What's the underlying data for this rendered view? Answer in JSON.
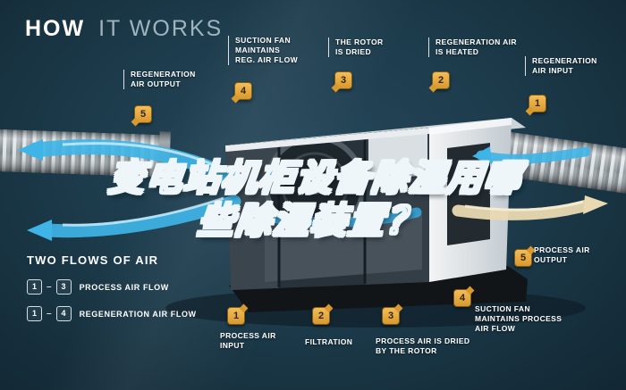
{
  "header": {
    "title_strong": "HOW",
    "title_light": "IT WORKS"
  },
  "overlay": {
    "line1": "变电站机柜设备除湿用哪",
    "line2": "些除湿装置？"
  },
  "callouts": {
    "regen_output": {
      "num": "5",
      "label": "REGENERATION\nAIR OUTPUT"
    },
    "suction_fan_reg": {
      "num": "4",
      "label": "SUCTION FAN\nMAINTAINS\nREG. AIR FLOW"
    },
    "rotor_dried": {
      "num": "3",
      "label": "THE ROTOR\nIS DRIED"
    },
    "regen_heated": {
      "num": "2",
      "label": "REGENERATION AIR\nIS HEATED"
    },
    "regen_input": {
      "num": "1",
      "label": "REGENERATION\nAIR INPUT"
    },
    "process_input": {
      "num": "1",
      "label": "PROCESS AIR\nINPUT"
    },
    "filtration": {
      "num": "2",
      "label": "FILTRATION"
    },
    "process_dried": {
      "num": "3",
      "label": "PROCESS AIR IS DRIED\nBY THE ROTOR"
    },
    "suction_fan_process": {
      "num": "4",
      "label": "SUCTION FAN\nMAINTAINS PROCESS\nAIR FLOW"
    },
    "process_output": {
      "num": "5",
      "label": "PROCESS AIR\nOUTPUT"
    }
  },
  "legend": {
    "heading": "TWO FLOWS OF AIR",
    "separator": "–",
    "process": {
      "from": "1",
      "to": "3",
      "label": "PROCESS AIR FLOW"
    },
    "regeneration": {
      "from": "1",
      "to": "4",
      "label": "REGENERATION AIR FLOW"
    }
  },
  "colors": {
    "background": "#1B3A4A",
    "badge": "#E2A33C",
    "flow_blue": "#3FB4E6",
    "flow_tan": "#E9D9B1",
    "overlay_blue": "#3BA0E4",
    "title_light": "#9FB4BF"
  }
}
